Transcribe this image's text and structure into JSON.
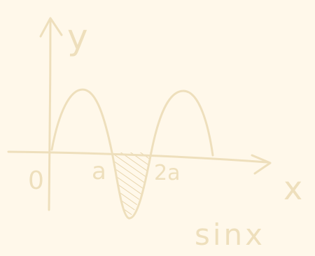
{
  "diagram": {
    "labels": {
      "y_axis": "y",
      "x_axis": "x",
      "origin": "0",
      "a": "a",
      "two_a": "2a",
      "function": "sinx"
    },
    "colors": {
      "background": "#fff8ea",
      "ink": "#eedfbc",
      "hatch": "#e8d5ad"
    }
  }
}
